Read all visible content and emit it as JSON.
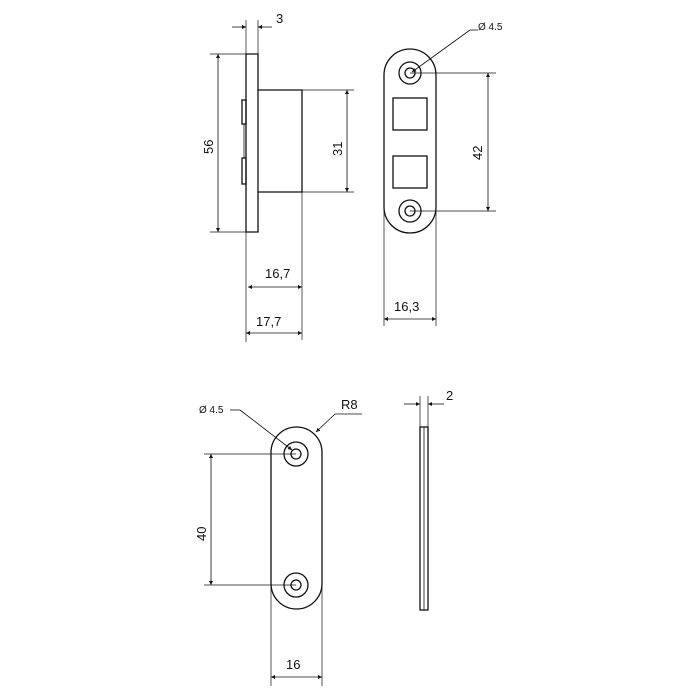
{
  "drawing": {
    "side_view": {
      "dim_thickness": "3",
      "dim_height": "56",
      "dim_body_height": "31",
      "dim_depth_inner": "16,7",
      "dim_depth_total": "17,7"
    },
    "front_view": {
      "dim_hole": "Ø 4.5",
      "dim_hole_spacing": "42",
      "dim_width": "16,3"
    },
    "plate_view": {
      "dim_hole": "Ø 4.5",
      "dim_radius": "R8",
      "dim_hole_spacing": "40",
      "dim_width": "16"
    },
    "plate_side_view": {
      "dim_thickness": "2"
    }
  }
}
